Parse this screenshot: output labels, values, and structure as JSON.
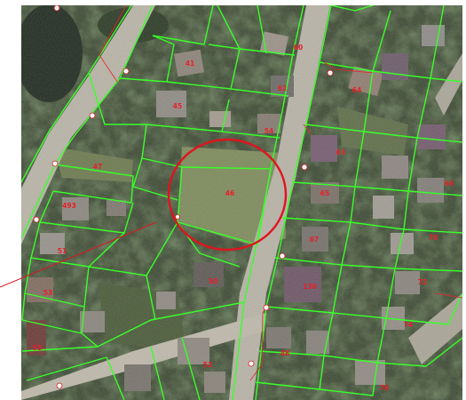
{
  "map": {
    "colors": {
      "imagery_dark": "#2f3a25",
      "vegetation": "#3f5530",
      "lawn": "#7d8a5a",
      "road": "#b9b4a7",
      "boundary": "#39ff2a",
      "parcel_number": "#e8202a",
      "highlight": "#e0141e",
      "vertex": "#ffffff",
      "background": "#ffffff"
    },
    "highlight_parcel": "46",
    "parcel_labels": [
      {
        "id": "p60",
        "text": "60"
      },
      {
        "id": "p41",
        "text": "41"
      },
      {
        "id": "p62",
        "text": "62"
      },
      {
        "id": "p64",
        "text": "64"
      },
      {
        "id": "p45",
        "text": "45"
      },
      {
        "id": "p54",
        "text": "54"
      },
      {
        "id": "p47",
        "text": "47"
      },
      {
        "id": "p46",
        "text": "46"
      },
      {
        "id": "p63",
        "text": "63"
      },
      {
        "id": "p65",
        "text": "65"
      },
      {
        "id": "p66",
        "text": "66"
      },
      {
        "id": "p493",
        "text": "493"
      },
      {
        "id": "p51",
        "text": "51"
      },
      {
        "id": "p67",
        "text": "67"
      },
      {
        "id": "p70",
        "text": "70"
      },
      {
        "id": "p53",
        "text": "53"
      },
      {
        "id": "p50",
        "text": "50"
      },
      {
        "id": "p130",
        "text": "130"
      },
      {
        "id": "p72",
        "text": "72"
      },
      {
        "id": "p74",
        "text": "74"
      },
      {
        "id": "p55",
        "text": "55"
      },
      {
        "id": "p48",
        "text": "48"
      },
      {
        "id": "p52",
        "text": "52"
      },
      {
        "id": "p76",
        "text": "76"
      }
    ]
  }
}
